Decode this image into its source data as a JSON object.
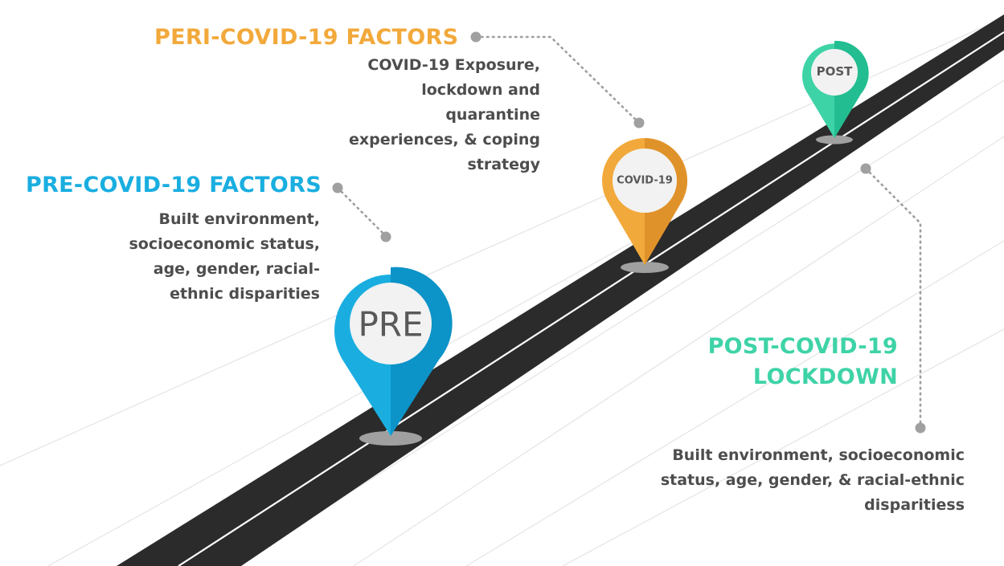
{
  "pre": {
    "heading": "PRE-COVID-19 FACTORS",
    "description": "Built environment, socioeconomic status, age, gender, racial-ethnic disparities",
    "pin_label": "PRE",
    "color": "#1aaee0",
    "dark": "#0c93c8"
  },
  "peri": {
    "heading": "PERI-COVID-19 FACTORS",
    "description": "COVID-19 Exposure, lockdown and quarantine experiences, & coping strategy",
    "pin_label": "COVID-19",
    "color": "#f2a93b",
    "dark": "#e0922a"
  },
  "post": {
    "heading": "POST-COVID-19 LOCKDOWN",
    "description": "Built environment,  socioeconomic status, age, gender, & racial-ethnic disparitiess",
    "pin_label": "POST",
    "color": "#3ed3a7",
    "dark": "#22bd90"
  },
  "colors": {
    "road": "#2b2b2b",
    "road_line": "#ffffff",
    "connector": "#9e9e9e",
    "pin_base": "#a0a0a0",
    "pin_face": "#f2f2f2",
    "text": "#4d4d4d"
  }
}
